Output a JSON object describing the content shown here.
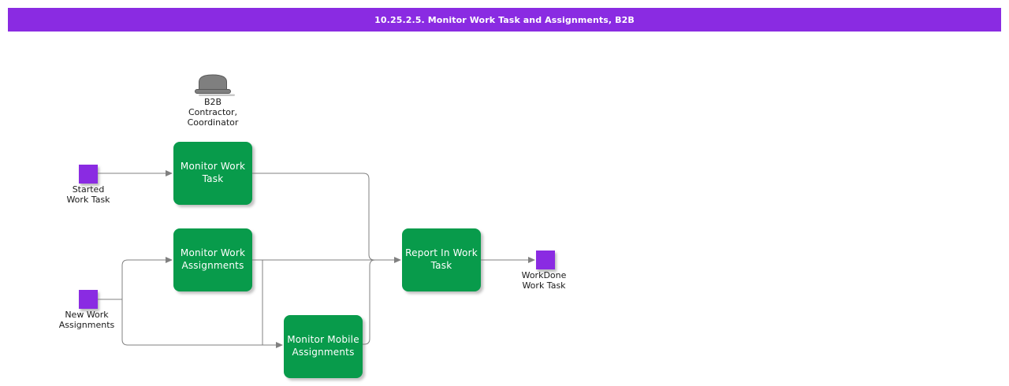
{
  "header": {
    "title": "10.25.2.5. Monitor Work Task and Assignments, B2B",
    "background": "#8a2be2",
    "text_color": "#ffffff"
  },
  "colors": {
    "task_fill": "#089b4b",
    "event_fill": "#8a2be2",
    "connector": "#808080",
    "label_text": "#1a1a1a",
    "actor_fill": "#7f7f7f",
    "actor_stroke": "#595959",
    "actor_shadow": "#c8c8c8",
    "page_background": "#ffffff"
  },
  "actor": {
    "label": "B2B\nContractor,\nCoordinator",
    "icon": "bowler-hat-icon"
  },
  "tasks": [
    {
      "id": "monitor-work-task",
      "label": "Monitor Work\nTask"
    },
    {
      "id": "monitor-work-assignments",
      "label": "Monitor Work\nAssignments"
    },
    {
      "id": "monitor-mobile-assignments",
      "label": "Monitor Mobile\nAssignments"
    },
    {
      "id": "report-in-work-task",
      "label": "Report In Work\nTask"
    }
  ],
  "events": [
    {
      "id": "started-work-task",
      "label": "Started\nWork Task"
    },
    {
      "id": "new-work-assignments",
      "label": "New Work\nAssignments"
    },
    {
      "id": "workdone-work-task",
      "label": "WorkDone\nWork Task"
    }
  ],
  "flows": [
    {
      "from": "started-work-task",
      "to": "monitor-work-task"
    },
    {
      "from": "monitor-work-task",
      "to": "report-in-work-task"
    },
    {
      "from": "new-work-assignments",
      "to": "monitor-work-assignments"
    },
    {
      "from": "new-work-assignments",
      "to": "monitor-mobile-assignments"
    },
    {
      "from": "monitor-work-assignments",
      "to": "report-in-work-task"
    },
    {
      "from": "monitor-work-assignments",
      "to": "monitor-mobile-assignments"
    },
    {
      "from": "monitor-mobile-assignments",
      "to": "report-in-work-task"
    },
    {
      "from": "report-in-work-task",
      "to": "workdone-work-task"
    }
  ]
}
